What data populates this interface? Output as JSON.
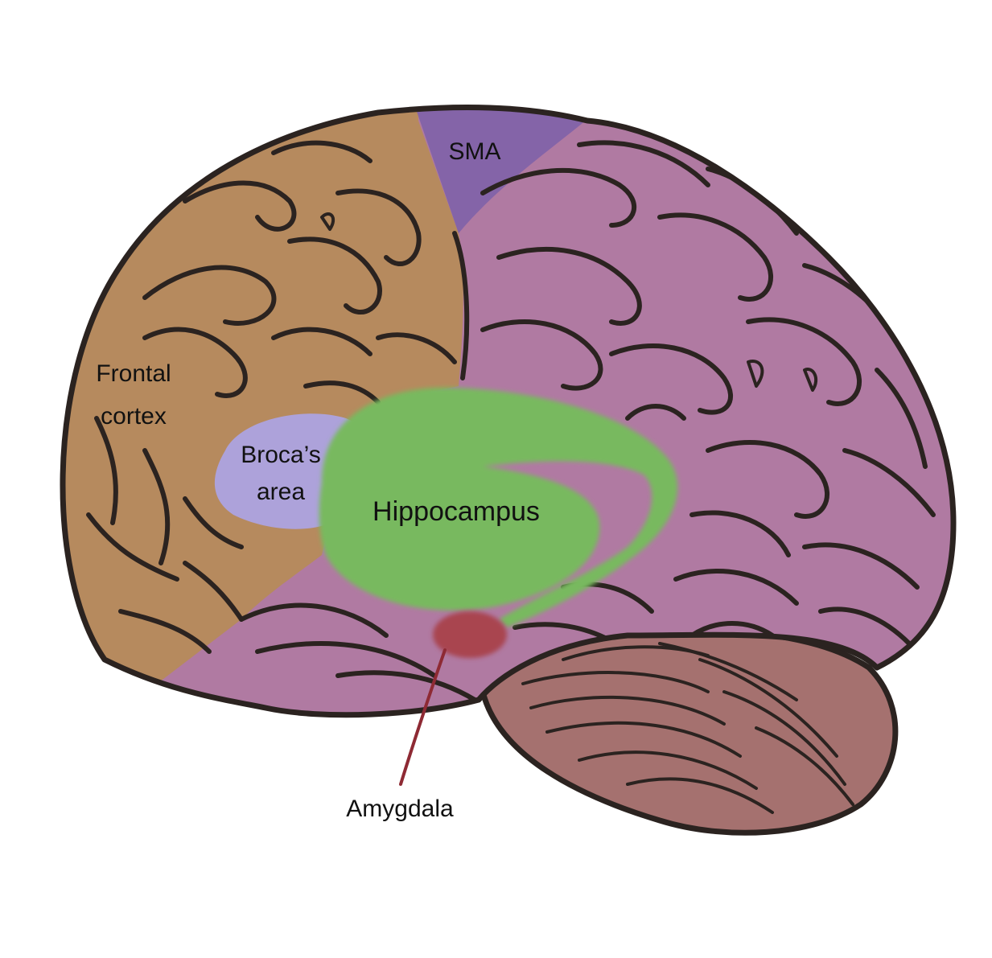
{
  "labels": {
    "sma": "SMA",
    "frontal_line1": "Frontal",
    "frontal_line2": "cortex",
    "broca_line1": "Broca’s",
    "broca_line2": "area",
    "hippocampus": "Hippocampus",
    "amygdala": "Amygdala"
  },
  "colors": {
    "frontal": "#b68a5e",
    "sma": "#8464a8",
    "cortex": "#b07aa2",
    "broca": "#ada2da",
    "hippocampus": "#78b95e",
    "amygdala": "#a94450",
    "cerebellum": "#a5716f",
    "outline": "#2b2320",
    "pointer": "#8e2a34"
  }
}
